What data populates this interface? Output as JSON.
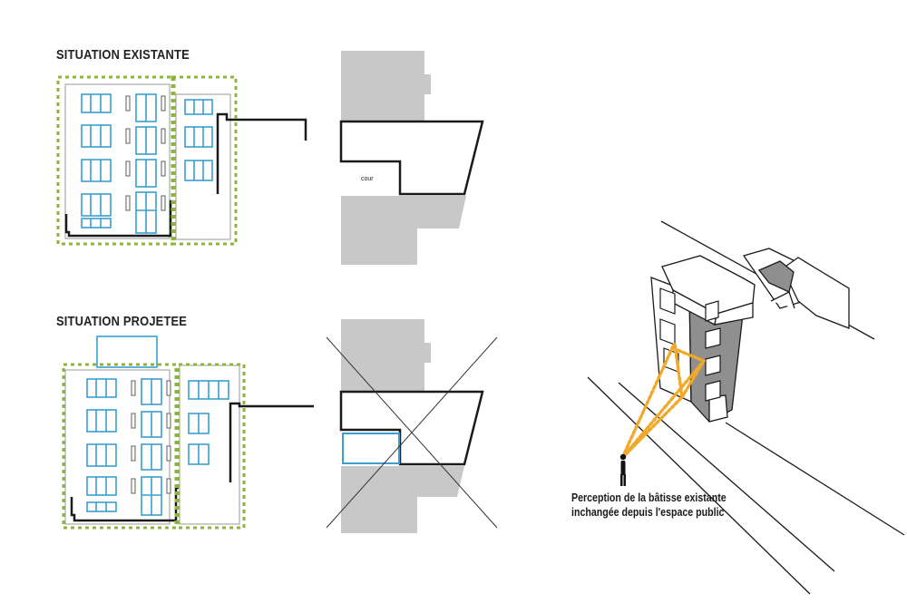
{
  "headings": {
    "existing": "SITUATION EXISTANTE",
    "projected": "SITUATION PROJETEE"
  },
  "plan": {
    "courtyard_label": "cour"
  },
  "caption": {
    "line1": "Perception de la bâtisse existante",
    "line2": "inchangée depuis l'espace public"
  },
  "colors": {
    "window_blue": "#3a9fd0",
    "boundary_green": "#8db53c",
    "sightline_orange": "#f0a928",
    "neighbour_grey": "#c8c8c8",
    "facade_grey": "#8f8f8f"
  },
  "icons": {
    "person": "person-icon",
    "crossed_out": "cross-out-mark"
  }
}
